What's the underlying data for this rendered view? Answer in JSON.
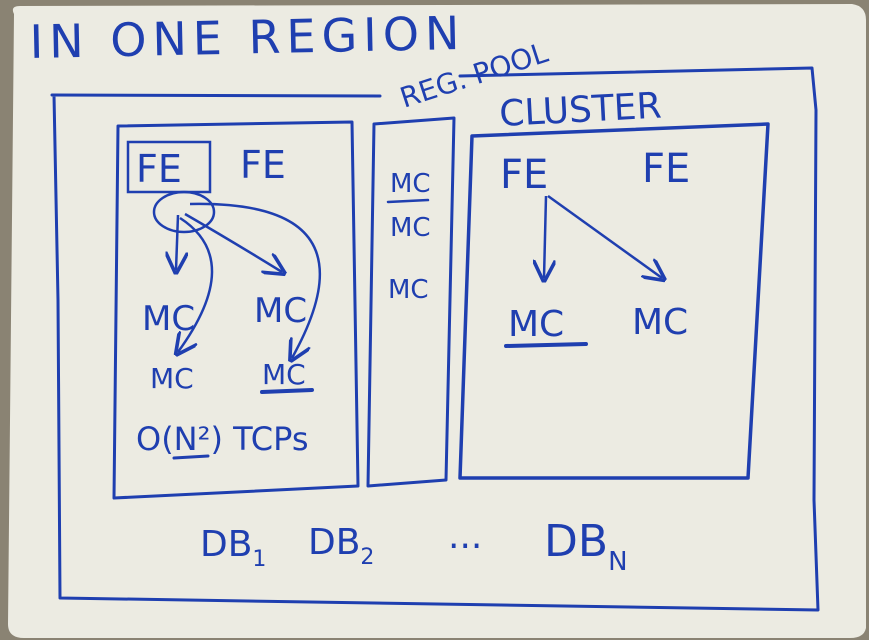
{
  "colors": {
    "ink": "#1f3fb0",
    "paper": "#ecebe2",
    "surround": "#8a8373"
  },
  "title": "IN ONE REGION",
  "regional_pool": {
    "label": "REG. POOL",
    "items": [
      "MC",
      "MC",
      "MC"
    ]
  },
  "left_box": {
    "fe_labels": [
      "FE",
      "FE"
    ],
    "mc_labels": [
      "MC",
      "MC",
      "MC",
      "MC"
    ],
    "complexity": "O(N²) TCPs"
  },
  "cluster": {
    "label": "CLUSTER",
    "fe_labels": [
      "FE",
      "FE"
    ],
    "mc_labels": [
      "MC",
      "MC"
    ]
  },
  "databases": {
    "db1": "DB",
    "db1_sub": "1",
    "db2": "DB",
    "db2_sub": "2",
    "ellipsis": "...",
    "dbn": "DB",
    "dbn_sub": "N"
  }
}
